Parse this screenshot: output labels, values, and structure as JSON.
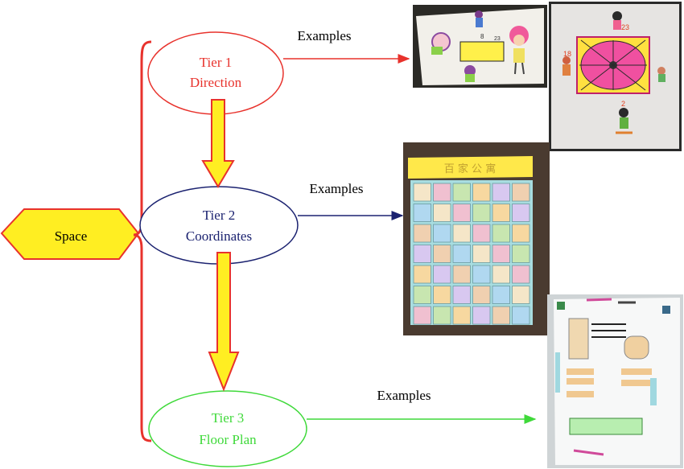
{
  "root": {
    "label": "Space"
  },
  "tiers": [
    {
      "line1": "Tier 1",
      "line2": "Direction",
      "color": "#e8322c",
      "examples_label": "Examples"
    },
    {
      "line1": "Tier 2",
      "line2": "Coordinates",
      "color": "#1b2270",
      "examples_label": "Examples"
    },
    {
      "line1": "Tier 3",
      "line2": "Floor Plan",
      "color": "#3fd93a",
      "examples_label": "Examples"
    }
  ],
  "colors": {
    "root_fill": "#ffee22",
    "root_stroke": "#e8322c",
    "brace": "#e8322c",
    "down_arrow_fill": "#ffee22",
    "down_arrow_stroke": "#e8322c"
  },
  "photos": {
    "coordinates_banner": "百 家 公 寓"
  }
}
